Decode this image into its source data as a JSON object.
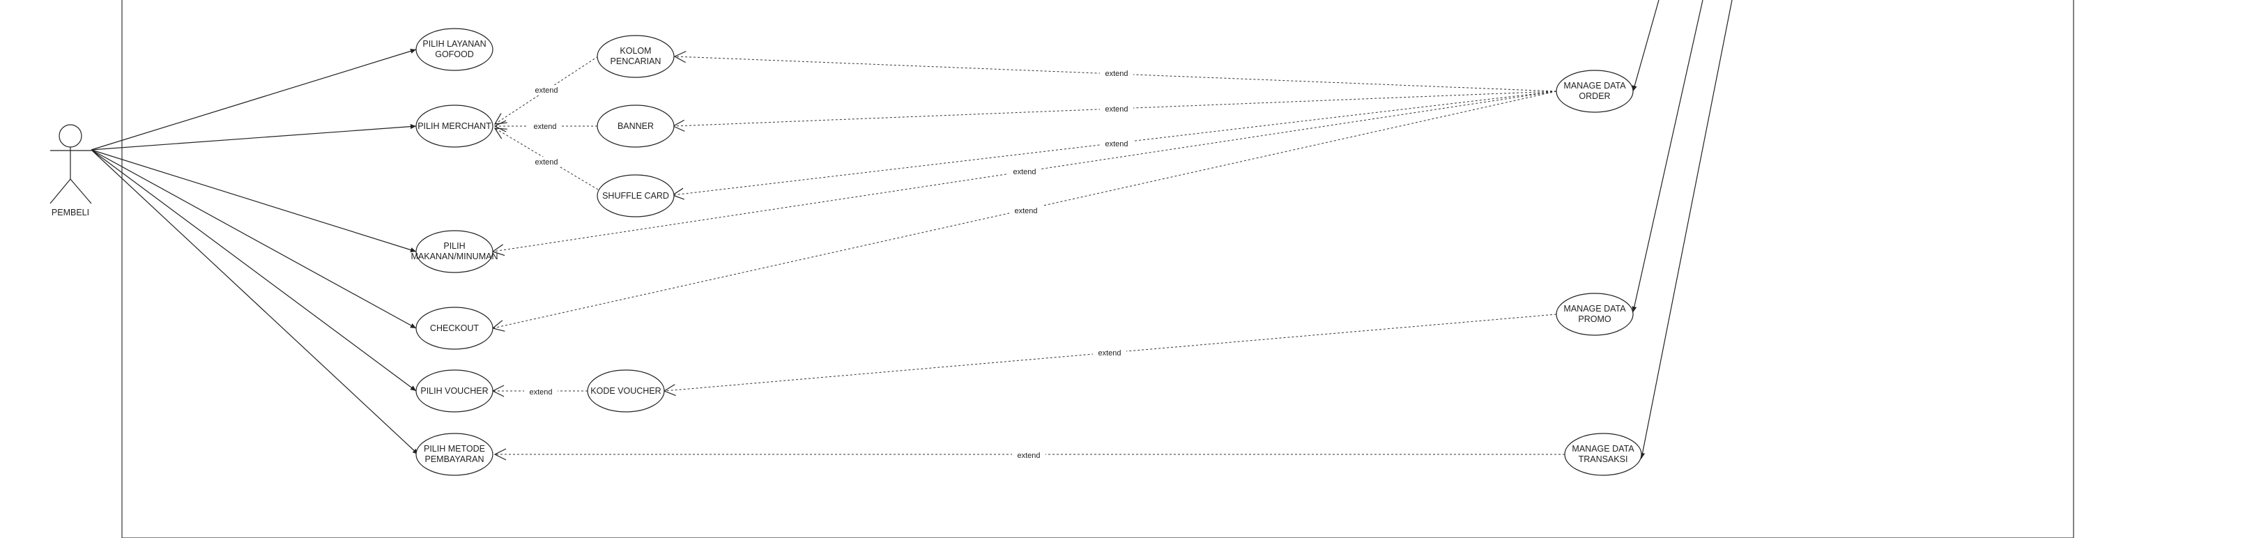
{
  "actor": {
    "label": "PEMBELI"
  },
  "use_cases": {
    "pilih_layanan": [
      "PILIH LAYANAN",
      "GOFOOD"
    ],
    "pilih_merchant": [
      "PILIH MERCHANT"
    ],
    "pilih_makanan": [
      "PILIH",
      "MAKANAN/MINUMAN"
    ],
    "checkout": [
      "CHECKOUT"
    ],
    "pilih_voucher": [
      "PILIH VOUCHER"
    ],
    "pilih_metode": [
      "PILIH METODE",
      "PEMBAYARAN"
    ],
    "kolom_pencarian": [
      "KOLOM",
      "PENCARIAN"
    ],
    "banner": [
      "BANNER"
    ],
    "shuffle_card": [
      "SHUFFLE CARD"
    ],
    "kode_voucher": [
      "KODE VOUCHER"
    ],
    "manage_order": [
      "MANAGE DATA",
      "ORDER"
    ],
    "manage_promo": [
      "MANAGE DATA",
      "PROMO"
    ],
    "manage_transaksi": [
      "MANAGE DATA",
      "TRANSAKSI"
    ]
  },
  "relation_label": "extend"
}
